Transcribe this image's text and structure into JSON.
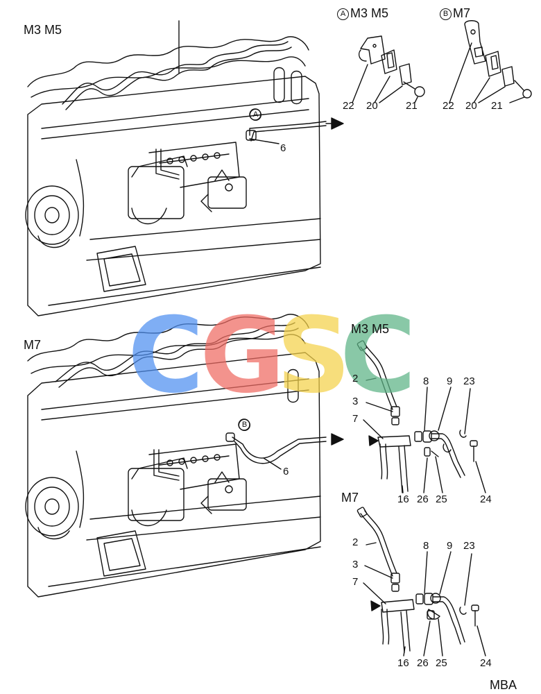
{
  "sections": {
    "top_variant": "M3 M5",
    "bottom_variant": "M7",
    "detail_a_letter": "A",
    "detail_a_variant": "M3 M5",
    "detail_b_letter": "B",
    "detail_b_variant": "M7",
    "fitting_upper_variant": "M3 M5",
    "fitting_lower_variant": "M7",
    "code": "MBA"
  },
  "callouts": {
    "engine_top": {
      "marker": "A",
      "pipe": "6"
    },
    "engine_bottom": {
      "marker": "B",
      "pipe": "6"
    },
    "detail_a": [
      "22",
      "20",
      "21"
    ],
    "detail_b": [
      "22",
      "20",
      "21"
    ],
    "fitting_upper": [
      "2",
      "3",
      "7",
      "8",
      "9",
      "23",
      "16",
      "26",
      "25",
      "24"
    ],
    "fitting_lower": [
      "2",
      "3",
      "7",
      "8",
      "9",
      "23",
      "16",
      "26",
      "25",
      "24"
    ]
  },
  "watermark": {
    "letters": [
      "C",
      "G",
      "S",
      "C"
    ],
    "colors": [
      "#4f8ff0",
      "#ef6a62",
      "#f5d24a",
      "#5db486"
    ]
  }
}
